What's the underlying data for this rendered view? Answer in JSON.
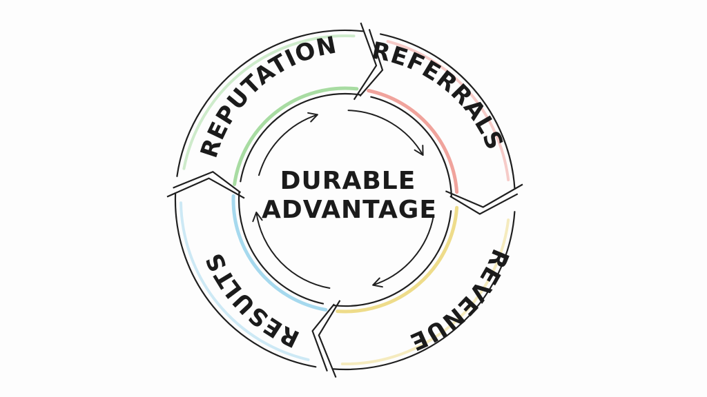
{
  "diagram": {
    "center": {
      "line1": "DURABLE",
      "line2": "ADVANTAGE"
    },
    "segments": [
      {
        "label": "REPUTATION",
        "color": "#a8dca2"
      },
      {
        "label": "REFERRALS",
        "color": "#f0a39c"
      },
      {
        "label": "REVENUE",
        "color": "#eedc8a"
      },
      {
        "label": "RESULTS",
        "color": "#a6d9ee"
      }
    ],
    "stroke_color": "#1f1f1f"
  }
}
